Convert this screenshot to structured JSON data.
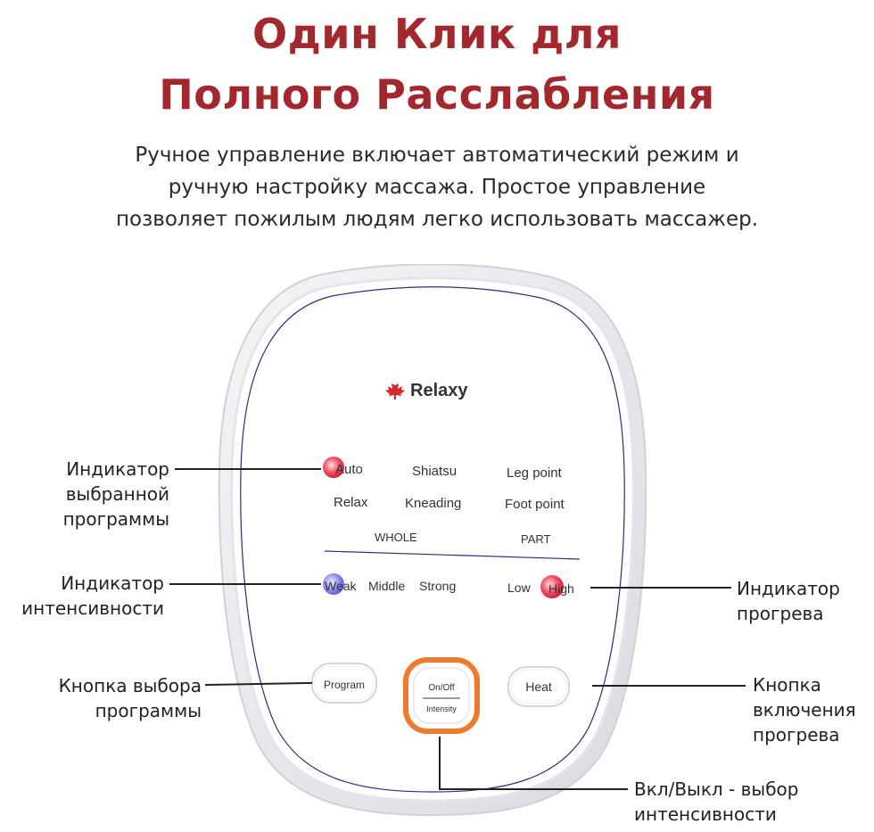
{
  "header": {
    "title_line1": "Один Клик для",
    "title_line2": "Полного Расслабления",
    "subtitle_line1": "Ручное управление включает автоматический режим и",
    "subtitle_line2": "ручную настройку массажа. Простое управление",
    "subtitle_line3": "позволяет пожилым людям легко использовать массажер."
  },
  "panel": {
    "brand": "Relaxy",
    "programs_row1": [
      "Auto",
      "Shiatsu",
      "Leg point"
    ],
    "programs_row2": [
      "Relax",
      "Kneading",
      "Foot point"
    ],
    "group_whole": "WHOLE",
    "group_part": "PART",
    "intensity": [
      "Weak",
      "Middle",
      "Strong"
    ],
    "heat": [
      "Low",
      "High"
    ],
    "btn_program": "Program",
    "btn_onoff": "On/Off",
    "btn_intensity": "Intensity",
    "btn_heat": "Heat"
  },
  "callouts": {
    "program_indicator": [
      "Индикатор",
      "выбранной",
      "программы"
    ],
    "intensity_indicator": [
      "Индикатор",
      "интенсивности"
    ],
    "program_button": [
      "Кнопка выбора",
      "программы"
    ],
    "heat_indicator": [
      "Индикатор",
      "прогрева"
    ],
    "heat_button": [
      "Кнопка",
      "включения",
      "прогрева"
    ],
    "power_button": [
      "Вкл/Выкл - выбор",
      "интенсивности"
    ]
  },
  "colors": {
    "title": "#a3282e",
    "indicator_red": "#e0344c",
    "indicator_blue": "#6b6ee0",
    "power_ring": "#f07a2c"
  }
}
